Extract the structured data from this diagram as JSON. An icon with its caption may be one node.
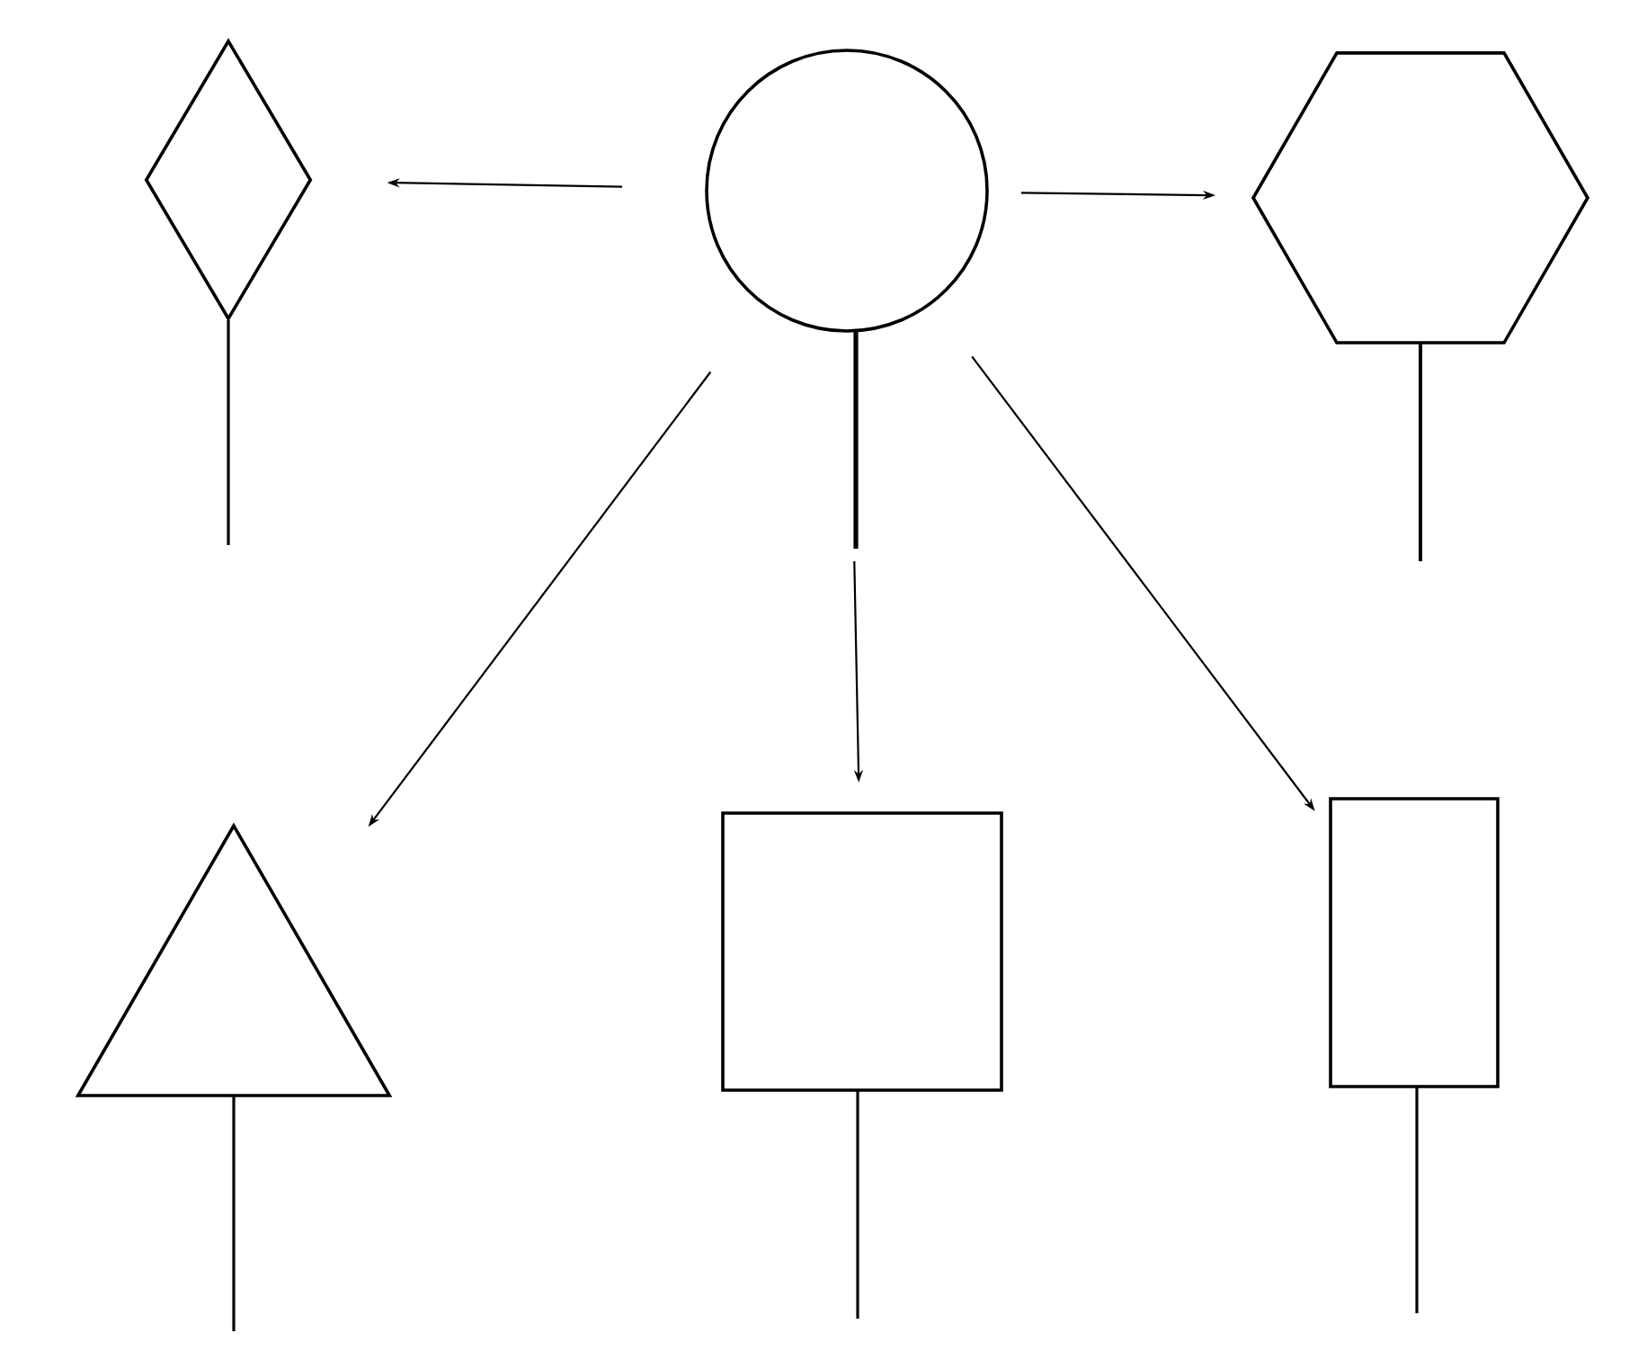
{
  "diagram": {
    "nodes": [
      {
        "text": [],
        "shape": "diamond"
      },
      {
        "text": [],
        "shape": "circle"
      },
      {
        "text": [],
        "shape": "hexagon"
      },
      {
        "text": [],
        "shape": "triangle"
      },
      {
        "text": [],
        "shape": "box"
      },
      {
        "text": [],
        "shape": "box"
      }
    ],
    "edges": [
      {
        "from": 1,
        "to": 0,
        "arrow": "to"
      },
      {
        "from": 1,
        "to": 2,
        "arrow": "to"
      },
      {
        "from": 1,
        "to": 3,
        "arrow": "to"
      },
      {
        "from": 1,
        "to": 4,
        "arrow": "to"
      },
      {
        "from": 1,
        "to": 5,
        "arrow": "to"
      }
    ]
  }
}
